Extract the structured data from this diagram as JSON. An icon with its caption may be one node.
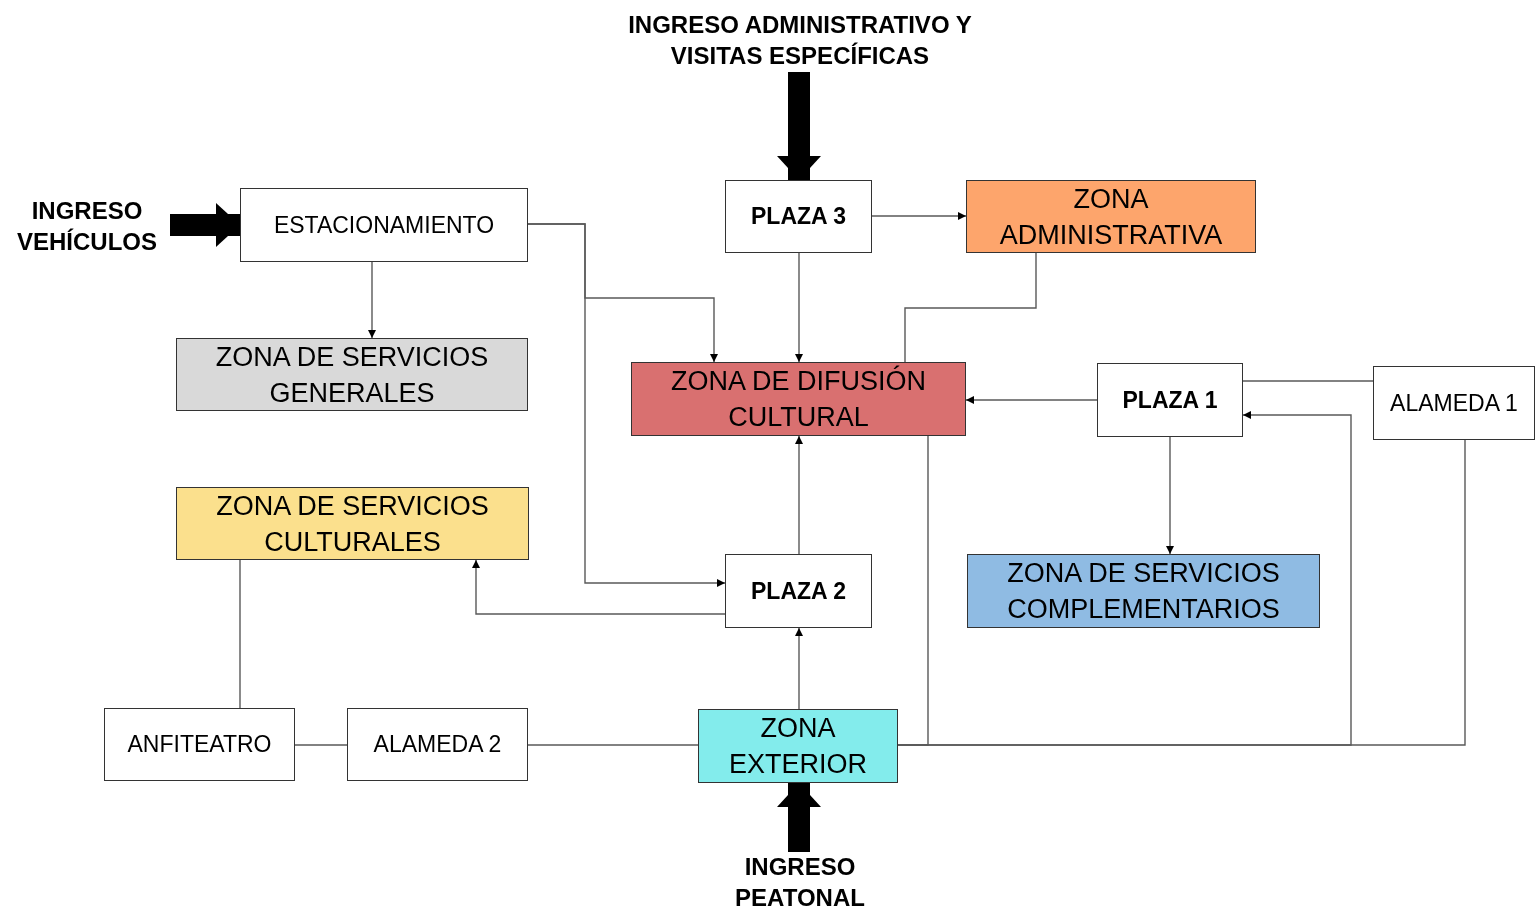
{
  "diagram": {
    "nodes": [
      {
        "text": [
          "ESTACIONAMIENTO"
        ]
      },
      {
        "text": [
          "PLAZA 3"
        ]
      },
      {
        "text": [
          "ZONA ADMINISTRATIVA"
        ]
      },
      {
        "text": [
          "ZONA DE SERVICIOS GENERALES"
        ]
      },
      {
        "text": [
          "ZONA DE DIFUSIÓN CULTURAL"
        ]
      },
      {
        "text": [
          "PLAZA 1"
        ]
      },
      {
        "text": [
          "ALAMEDA 1"
        ]
      },
      {
        "text": [
          "ZONA DE SERVICIOS CULTURALES"
        ]
      },
      {
        "text": [
          "PLAZA 2"
        ]
      },
      {
        "text": [
          "ZONA DE SERVICIOS COMPLEMENTARIOS"
        ]
      },
      {
        "text": [
          "ANFITEATRO"
        ]
      },
      {
        "text": [
          "ALAMEDA 2"
        ]
      },
      {
        "text": [
          "ZONA EXTERIOR"
        ]
      },
      {
        "text": [
          "INGRESO ADMINISTRATIVO Y VISITAS ESPECÍFICAS"
        ]
      },
      {
        "text": [
          "INGRESO VEHÍCULOS"
        ]
      },
      {
        "text": [
          "INGRESO PEATONAL"
        ]
      }
    ],
    "edges": [
      {
        "from": 13,
        "to": 1,
        "arrow": "to",
        "style": "thick"
      },
      {
        "from": 14,
        "to": 0,
        "arrow": "to",
        "style": "thick"
      },
      {
        "from": 15,
        "to": 12,
        "arrow": "to",
        "style": "thick"
      },
      {
        "from": 0,
        "to": 3,
        "arrow": "to"
      },
      {
        "from": 0,
        "to": 4,
        "arrow": "to"
      },
      {
        "from": 0,
        "to": 8,
        "arrow": "to"
      },
      {
        "from": 1,
        "to": 2,
        "arrow": "to"
      },
      {
        "from": 1,
        "to": 4,
        "arrow": "to"
      },
      {
        "from": 2,
        "to": 4,
        "arrow": "none"
      },
      {
        "from": 5,
        "to": 4,
        "arrow": "to"
      },
      {
        "from": 5,
        "to": 9,
        "arrow": "to"
      },
      {
        "from": 6,
        "to": 5,
        "arrow": "none"
      },
      {
        "from": 12,
        "to": 5,
        "arrow": "to"
      },
      {
        "from": 6,
        "to": 12,
        "arrow": "none"
      },
      {
        "from": 4,
        "to": 12,
        "arrow": "none"
      },
      {
        "from": 8,
        "to": 4,
        "arrow": "to"
      },
      {
        "from": 12,
        "to": 8,
        "arrow": "to"
      },
      {
        "from": 8,
        "to": 7,
        "arrow": "to"
      },
      {
        "from": 7,
        "to": 10,
        "arrow": "none"
      },
      {
        "from": 10,
        "to": 11,
        "arrow": "none"
      },
      {
        "from": 11,
        "to": 12,
        "arrow": "none"
      }
    ]
  }
}
